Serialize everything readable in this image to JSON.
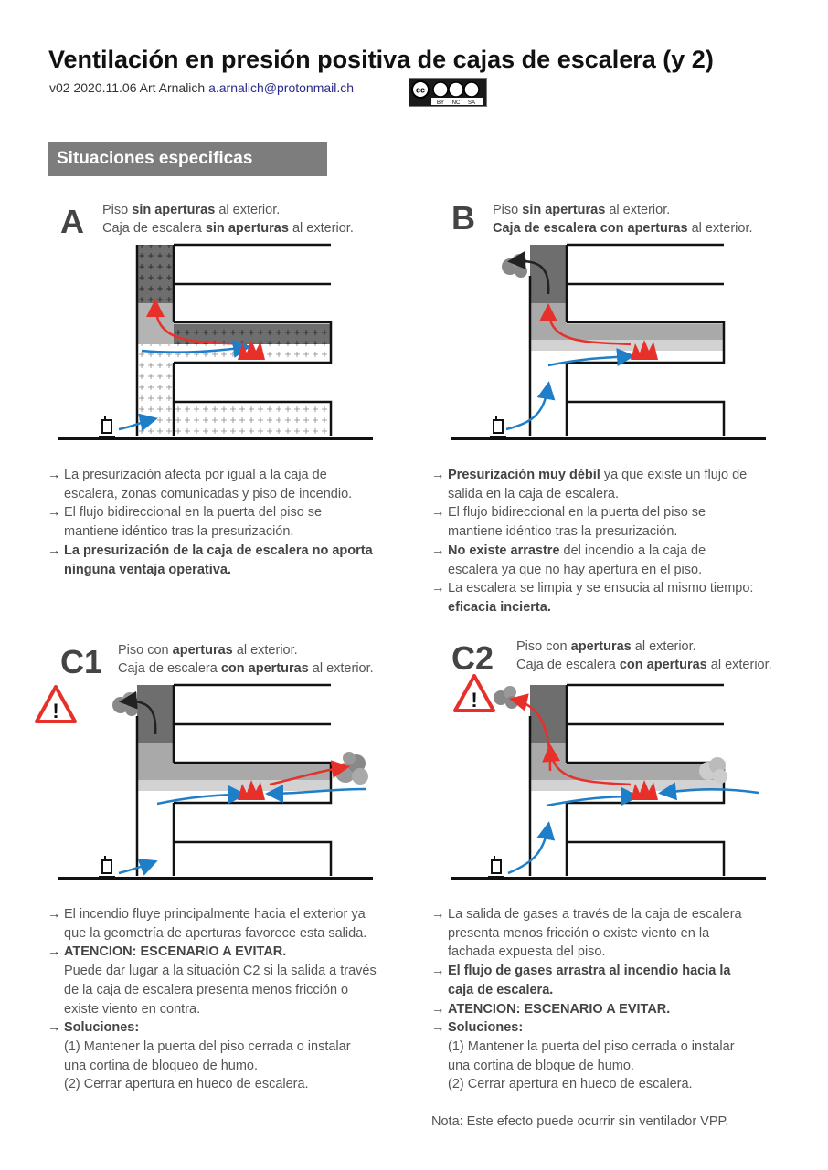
{
  "header": {
    "title": "Ventilación en presión positiva de cajas de escalera (y 2)",
    "meta_prefix": "v02 2020.11.06  Art Arnalich ",
    "email": "a.arnalich@protonmail.ch",
    "license_labels": [
      "BY",
      "NC",
      "SA"
    ]
  },
  "section_title": "Situaciones especificas",
  "cases": {
    "A": {
      "letter": "A",
      "cap1": [
        "Piso ",
        "sin aperturas",
        " al exterior."
      ],
      "cap2": [
        "Caja de escalera ",
        "sin aperturas",
        " al exterior."
      ],
      "bullets": [
        [
          "La presurización afecta por igual a la caja de",
          "escalera, zonas comunicadas y piso de incendio."
        ],
        [
          "El flujo bidireccional en la puerta del piso se",
          "mantiene idéntico tras la presurización."
        ],
        [
          "La presurización de la caja de escalera no aporta",
          "ninguna ventaja operativa."
        ]
      ]
    },
    "B": {
      "letter": "B",
      "cap1": [
        "Piso ",
        "sin aperturas",
        " al exterior."
      ],
      "cap2": [
        "Caja de escalera con aperturas",
        " al exterior."
      ],
      "b1": [
        "Presurización muy débil",
        " ya que existe un flujo de",
        "salida en la caja de escalera."
      ],
      "b2": [
        "El flujo bidireccional en la puerta del piso se",
        "mantiene idéntico tras la presurización."
      ],
      "b3": [
        "No existe arrastre",
        " del incendio a la caja de",
        "escalera ya que no hay apertura en el piso."
      ],
      "b4": [
        "La escalera se limpia y se ensucia al mismo tiempo:",
        "eficacia incierta."
      ]
    },
    "C1": {
      "letter": "C1",
      "cap1": [
        "Piso con ",
        "aperturas",
        " al exterior."
      ],
      "cap2": [
        "Caja de escalera ",
        "con aperturas",
        " al exterior."
      ],
      "b1": [
        "El incendio fluye principalmente hacia el exterior ya",
        "que la geometría de aperturas favorece esta salida."
      ],
      "b2": [
        "ATENCION: ESCENARIO A EVITAR.",
        "Puede dar lugar a la situación C2 si la salida a través",
        "de la caja de escalera presenta menos fricción o",
        "existe viento en contra."
      ],
      "b3": [
        "Soluciones:",
        "(1) Mantener la puerta del piso cerrada o instalar",
        "una cortina de bloqueo de humo.",
        "(2) Cerrar apertura en hueco de escalera."
      ]
    },
    "C2": {
      "letter": "C2",
      "cap1": [
        "Piso con ",
        "aperturas",
        " al exterior."
      ],
      "cap2": [
        "Caja de escalera ",
        "con aperturas",
        " al exterior."
      ],
      "b1": [
        "La salida de gases a través de la caja de escalera",
        "presenta menos fricción o existe viento en la",
        "fachada expuesta del piso."
      ],
      "b2": [
        " El flujo de gases arrastra al incendio hacia la",
        "caja de escalera."
      ],
      "b3": [
        "ATENCION: ESCENARIO A EVITAR."
      ],
      "b4": [
        "Soluciones:",
        "(1) Mantener la puerta del piso cerrada o instalar",
        "una cortina de bloque de humo.",
        "(2) Cerrar apertura en hueco de escalera."
      ]
    }
  },
  "arrow_glyph": "→",
  "warning_glyph": "!",
  "note": "Nota: Este efecto puede ocurrir sin ventilador VPP.",
  "colors": {
    "red": "#e8302a",
    "blue": "#1e7ec8",
    "dark_gray": "#6e6e6e",
    "mid_gray": "#a9a9a9",
    "light_gray": "#d2d2d2"
  }
}
